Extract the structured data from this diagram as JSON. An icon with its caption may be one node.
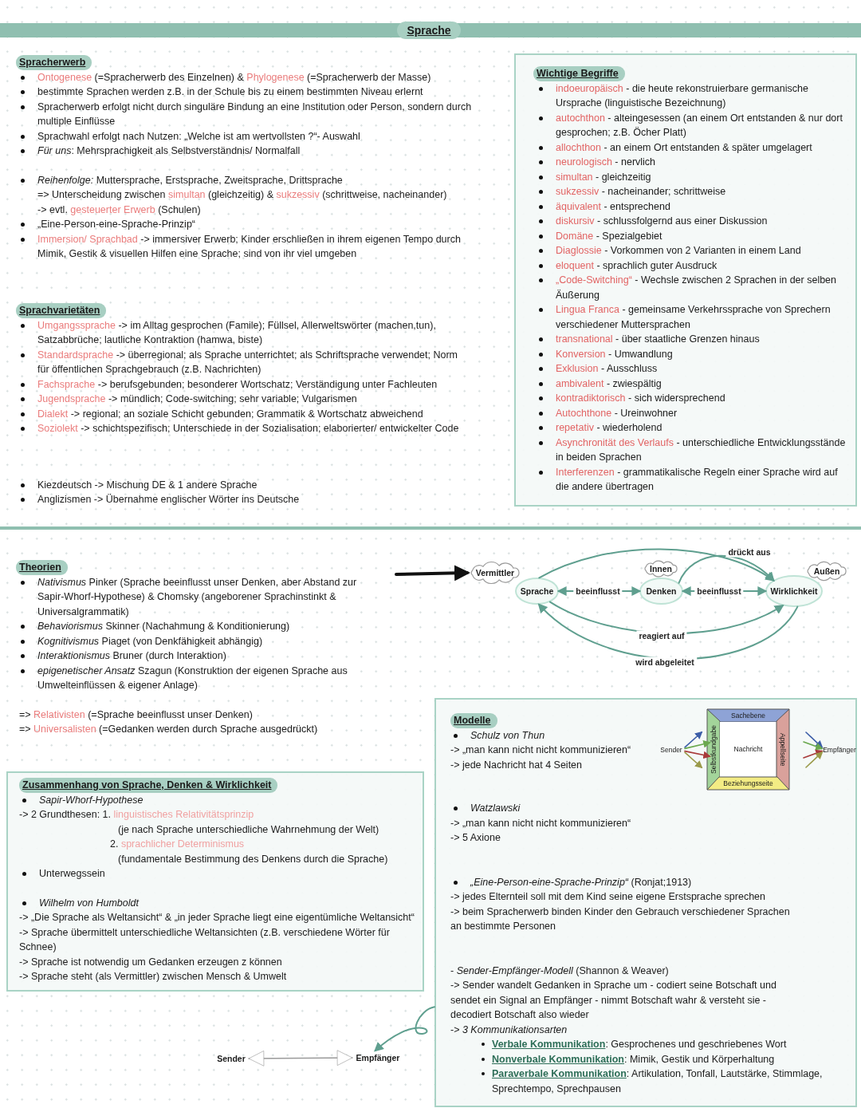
{
  "diagram": {
    "title": "Sprache",
    "nodes": [
      {
        "text": [
          "Wichtige Begriffe",
          "**indoeuropäisch** - die heute rekonstruierbare germanische Ursprache (linguistische Bezeichnung)",
          "**autochthon** - alteingesessen (an einem Ort entstanden & nur dort gesprochen; z.B. Öcher Platt)",
          "**allochthon** - an einem Ort entstanden & später umgelagert",
          "**neurologisch** - nervlich",
          "**simultan** - gleichzeitig",
          "**sukzessiv** - nacheinander; schrittweise",
          "**äquivalent** - entsprechend",
          "**diskursiv** - schlussfolgernd aus einer Diskussion",
          "**Domäne** - Spezialgebiet",
          "**Diaglossie** - Vorkommen von 2 Varianten in einem Land",
          "**eloquent** - sprachlich guter Ausdruck",
          "**„Code-Switching“** - Wechsle zwischen 2 Sprachen in der selben Äußerung",
          "**Lingua Franca** - gemeinsame Verkehrssprache von Sprechern verschiedener Muttersprachen",
          "**transnational** - über staatliche Grenzen hinaus",
          "**Konversion** - Umwandlung",
          "**Exklusion** - Ausschluss",
          "**ambivalent** - zwiespältig",
          "**kontradiktorisch** - sich widersprechend",
          "**Autochthone** - Ureinwohner",
          "**repetativ** - wiederholend",
          "**Asynchronität des Verlaufs** - unterschiedliche Entwicklungsstände in beiden Sprachen",
          "**Interferenzen** - grammatikalische Regeln einer Sprache wird auf die andere übertragen"
        ]
      },
      {
        "text": [
          "Zusammenhang von Sprache, Denken & Wirklichkeit",
          "*Sapir-Whorf-Hypothese*",
          "-> 2 Grundthesen: 1. **linguistisches Relativitätsprinzip**",
          "(je nach Sprache unterschiedliche Wahrnehmung der Welt)",
          "2. **sprachlicher Determinismus**",
          "(fundamentale Bestimmung des Denkens durch die Sprache)",
          "Unterwegssein",
          "*Wilhelm von Humboldt*",
          "-> „Die Sprache als Weltansicht“ & „in jeder Sprache liegt eine eigentümliche Weltansicht“ -> Sprache übermittelt unterschiedliche Weltansichten (z.B. verschiedene Wörter für Schnee)",
          "-> Sprache ist notwendig um Gedanken erzeugen z können",
          "-> Sprache steht (als Vermittler) zwischen Mensch & Umwelt"
        ]
      },
      {
        "text": [
          "Modelle",
          "*Schulz von Thun*",
          "-> „man kann nicht nicht kommunizieren“",
          "-> jede Nachricht hat 4 Seiten",
          "*Watzlawski*",
          "-> „man kann nicht nicht kommunizieren“",
          "-> 5 Axione",
          "*„Eine-Person-eine-Sprache-Prinzip“* (Ronjat;1913)",
          "-> jedes Elternteil soll mit dem Kind seine eigene Erstsprache sprechen",
          "-> beim Spracherwerb binden Kinder den Gebrauch verschiedener Sprachen an bestimmte Personen",
          "- *Sender-Empfänger-Modell* (Shannon & Weaver)",
          "-> Sender wandelt Gedanken in Sprache um - codiert seine Botschaft und sendet ein Signal an Empfänger - nimmt Botschaft wahr & versteht sie - decodiert Botschaft also wieder",
          "-> *3 Kommunikationsarten*",
          "**Verbale Kommunikation**: Gesprochenes und geschriebenes Wort",
          "**Nonverbale Kommunikation**: Mimik, Gestik und Körperhaltung",
          "**Paraverbale Kommunikation**: Artikulation, Tonfall, Lautstärke, Stimmlage, Sprechtempo, Sprechpausen"
        ]
      },
      {
        "text": [
          "Vermittler"
        ]
      },
      {
        "text": [
          "Sprache"
        ]
      },
      {
        "text": [
          "Innen"
        ]
      },
      {
        "text": [
          "Denken"
        ]
      },
      {
        "text": [
          "Außen"
        ]
      },
      {
        "text": [
          "Wirklichkeit"
        ]
      },
      {
        "text": [
          "Sender"
        ],
        "in": 2
      },
      {
        "text": [
          "Sachebene"
        ],
        "in": 2
      },
      {
        "text": [
          "Selbstkundgabe"
        ],
        "in": 2
      },
      {
        "text": [
          "Nachricht"
        ],
        "in": 2
      },
      {
        "text": [
          "Appellseite"
        ],
        "in": 2
      },
      {
        "text": [
          "Beziehungsseite"
        ],
        "in": 2
      },
      {
        "text": [
          "Empfänger"
        ],
        "in": 2
      },
      {
        "text": [
          "Sender"
        ]
      },
      {
        "text": [
          "Empfänger"
        ]
      }
    ],
    "edges": [
      {
        "from": 4,
        "to": 6,
        "arrow": "both",
        "label": "beeinflusst"
      },
      {
        "from": 6,
        "to": 8,
        "arrow": "both",
        "label": "beeinflusst"
      },
      {
        "from": 4,
        "to": 8,
        "arrow": "to",
        "label": "drückt aus"
      },
      {
        "from": 6,
        "to": 8,
        "arrow": "to"
      },
      {
        "from": 4,
        "to": 8,
        "arrow": "to",
        "label": "reagiert auf"
      },
      {
        "from": 8,
        "to": 4,
        "arrow": "to",
        "label": "wird abgeleitet"
      },
      {
        "from": null,
        "to": 3,
        "arrow": "to",
        "style": "thick",
        "color": "#111111"
      },
      {
        "from": 9,
        "to": null,
        "arrow": "to",
        "color": "#3d5ea8"
      },
      {
        "from": 9,
        "to": null,
        "arrow": "to",
        "color": "#6aa84f"
      },
      {
        "from": 9,
        "to": null,
        "arrow": "to",
        "color": "#a83a3a"
      },
      {
        "from": 9,
        "to": null,
        "arrow": "to",
        "color": "#9a9a4a"
      },
      {
        "from": null,
        "to": 15,
        "arrow": "to",
        "color": "#3d5ea8"
      },
      {
        "from": null,
        "to": 15,
        "arrow": "to",
        "color": "#6aa84f"
      },
      {
        "from": null,
        "to": 15,
        "arrow": "to",
        "color": "#a83a3a"
      },
      {
        "from": null,
        "to": 15,
        "arrow": "to",
        "color": "#9a9a4a"
      },
      {
        "from": 16,
        "to": 17,
        "arrow": "both",
        "color": "#9a9a9a"
      },
      {
        "from": 2,
        "to": 17,
        "arrow": "to"
      }
    ],
    "labels": [
      "Spracherwerb",
      "**Ontogenese** (=Spracherwerb des Einzelnen) & **Phylogenese** (=Spracherwerb der Masse)",
      "bestimmte Sprachen werden z.B. in der Schule bis zu einem bestimmten Niveau erlernt",
      "Spracherwerb erfolgt nicht durch singuläre Bindung an eine Institution oder Person, sondern durch multiple Einflüsse",
      "Sprachwahl erfolgt nach Nutzen: „Welche ist am wertvollsten ?“- Auswahl",
      "*Für uns*: Mehrsprachigkeit als Selbstverständnis/ Normalfall",
      "*Reihenfolge:* Muttersprache, Erstsprache, Zweitsprache, Drittsprache",
      "=> Unterscheidung zwischen **simultan** (gleichzeitig) & **sukzessiv** (schrittweise, nacheinander)",
      "-> evtl. **gesteuerter Erwerb** (Schulen)",
      "„Eine-Person-eine-Sprache-Prinzip“",
      "**Immersion/ Sprachbad** -> immersiver Erwerb; Kinder erschließen in ihrem eigenen Tempo durch Mimik, Gestik & visuellen Hilfen eine Sprache; sind von ihr viel umgeben",
      "Sprachvarietäten",
      "**Umgangssprache** -> im Alltag gesprochen (Famile); Füllsel, Allerweltswörter (machen,tun), Satzabbrüche; lautliche Kontraktion (hamwa, biste)",
      "**Standardsprache** -> überregional; als Sprache unterrichtet; als Schriftsprache verwendet; Norm für öffentlichen Sprachgebrauch (z.B. Nachrichten)",
      "**Fachsprache** -> berufsgebunden; besonderer Wortschatz; Verständigung unter Fachleuten",
      "**Jugendsprache** -> mündlich; Code-switching; sehr variable; Vulgarismen",
      "**Dialekt** -> regional; an soziale Schicht gebunden; Grammatik & Wortschatz abweichend",
      "**Soziolekt** -> schichtspezifisch; Unterschiede in der Sozialisation; elaborierter/ entwickelter Code",
      "Kiezdeutsch -> Mischung DE & 1 andere Sprache",
      "Anglizismen -> Übernahme englischer Wörter ins Deutsche",
      "Theorien",
      "*Nativismus* Pinker (Sprache beeinflusst unser Denken, aber Abstand zur Sapir-Whorf-Hypothese) & Chomsky (angeborener Sprachinstinkt & Universalgrammatik)",
      "*Behaviorismus* Skinner (Nachahmung & Konditionierung)",
      "*Kognitivismus* Piaget (von Denkfähigkeit abhängig)",
      "*Interaktionismus* Bruner (durch Interaktion)",
      "*epigenetischer Ansatz* Szagun (Konstruktion der eigenen Sprache aus Umwelteinflüssen & eigener Anlage)",
      "=> **Relativisten** (=Sprache beeinflusst unser Denken)",
      "=> **Universalisten** (=Gedanken werden durch Sprache ausgedrückt)"
    ]
  }
}
